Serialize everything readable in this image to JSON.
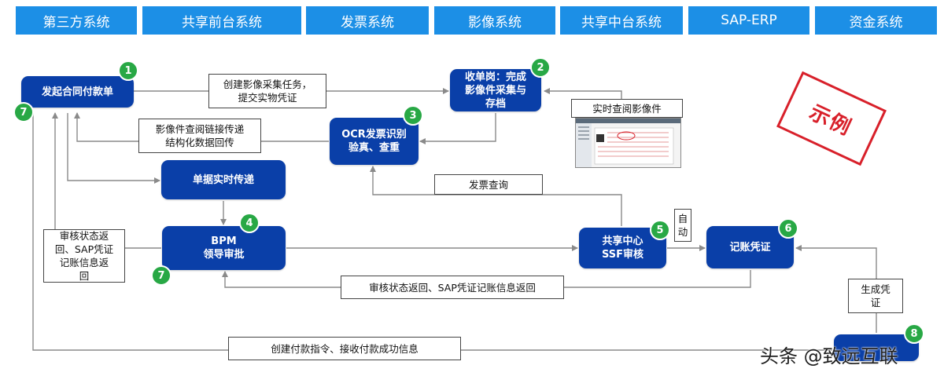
{
  "lanes": [
    "第三方系统",
    "共享前台系统",
    "发票系统",
    "影像系统",
    "共享中台系统",
    "SAP-ERP",
    "资金系统"
  ],
  "nodes": {
    "initiate": "发起合同付款单",
    "receive": "收单岗：完成\n影像件采集与\n存档",
    "ocr": "OCR发票识别\n验真、查重",
    "transfer": "单据实时传递",
    "bpm": "BPM\n领导审批",
    "ssf": "共享中心\nSSF审核",
    "voucher": "记账凭证",
    "payment": ""
  },
  "badges": {
    "b1": "1",
    "b2": "2",
    "b3": "3",
    "b4": "4",
    "b5": "5",
    "b6": "6",
    "b7a": "7",
    "b7b": "7",
    "b8": "8"
  },
  "labels": {
    "create_task": "创建影像采集任务，\n提交实物凭证",
    "image_link": "影像件查阅链接传递\n结构化数据回传",
    "realtime_view": "实时查阅影像件",
    "invoice_query": "发票查询",
    "auto": "自\n动",
    "audit_return_left": "审核状态返\n回、SAP凭证\n记账信息返\n回",
    "audit_return_bottom": "审核状态返回、SAP凭证记账信息返回",
    "generate_voucher": "生成凭\n证",
    "create_payment": "创建付款指令、接收付款成功信息"
  },
  "stamp": "示例",
  "watermark": "头条 @致远互联",
  "colors": {
    "lane": "#1c8fe6",
    "node": "#0a3fa8",
    "badge": "#28a845",
    "stamp": "#d8202a",
    "line": "#8a8a8a"
  }
}
